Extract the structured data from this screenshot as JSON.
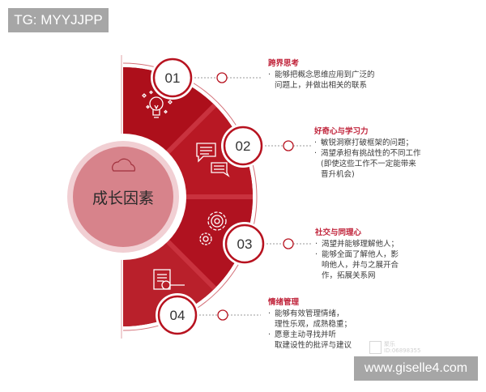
{
  "watermarks": {
    "top_left_tag": "TG: MYYJJPP",
    "bottom_right_url": "www.giselle4.com",
    "faint_logo_line1": "聚乐",
    "faint_logo_line2": "ID:06898355"
  },
  "center": {
    "label": "成长因素",
    "icon": "cloud-icon"
  },
  "colors": {
    "primary_red": "#b7121f",
    "dark_red": "#a30e1a",
    "light_red": "#c9323e",
    "center_fill": "#d7838b",
    "center_ring": "#f1cfd3",
    "title_red": "#c0233a"
  },
  "factors": [
    {
      "number": "01",
      "icon": "lightbulb-icon",
      "title": "跨界思考",
      "bullets": [
        "能够把概念思维应用到广泛的问题上，并做出相关的联系"
      ],
      "lines": [
        [
          "能够把概念思维应用到广泛的",
          "问题上，并做出相关的联系"
        ]
      ]
    },
    {
      "number": "02",
      "icon": "chat-bubbles-icon",
      "title": "好奇心与学习力",
      "bullets": [
        "敏锐洞察打破框架的问题；",
        "渴望承担有挑战性的不同工作（即使这些工作不一定能带来晋升机会）"
      ],
      "lines": [
        [
          "敏锐洞察打破框架的问题；"
        ],
        [
          "渴望承担有挑战性的不同工作",
          "(即使这些工作不一定能带来",
          " 晋升机会)"
        ]
      ]
    },
    {
      "number": "03",
      "icon": "gears-icon",
      "title": "社交与同理心",
      "bullets": [
        "渴望并能够理解他人；",
        "能够全面了解他人，影响他人，并与之展开合作，拓展关系网"
      ],
      "lines": [
        [
          "渴望并能够理解他人；"
        ],
        [
          "能够全面了解他人，影",
          "响他人，并与之展开合",
          "作，拓展关系网"
        ]
      ]
    },
    {
      "number": "04",
      "icon": "document-search-icon",
      "title": "情绪管理",
      "bullets": [
        "能够有效管理情绪，理性乐观，成熟稳重；",
        "愿意主动寻找并听取建设性的批评与建议"
      ],
      "lines": [
        [
          "能够有效管理情绪，",
          "理性乐观，成熟稳重；"
        ],
        [
          "愿意主动寻找并听",
          "取建设性的批评与建议"
        ]
      ]
    }
  ]
}
